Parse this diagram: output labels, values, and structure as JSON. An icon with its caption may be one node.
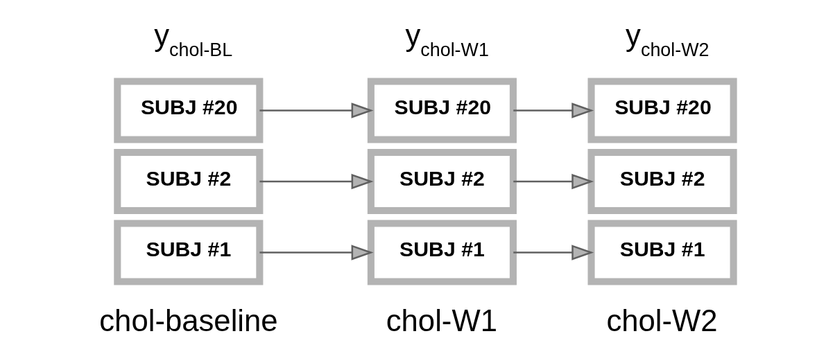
{
  "diagram": {
    "nodes": [
      {
        "text": [
          "SUBJ #1"
        ]
      },
      {
        "text": [
          "SUBJ #1"
        ]
      },
      {
        "text": [
          "SUBJ #1"
        ]
      },
      {
        "text": [
          "SUBJ #2"
        ]
      },
      {
        "text": [
          "SUBJ #2"
        ]
      },
      {
        "text": [
          "SUBJ #2"
        ]
      },
      {
        "text": [
          "SUBJ #20"
        ]
      },
      {
        "text": [
          "SUBJ #20"
        ]
      },
      {
        "text": [
          "SUBJ #20"
        ]
      }
    ],
    "edges": [
      {
        "from": 0,
        "to": 1,
        "arrow": "to"
      },
      {
        "from": 1,
        "to": 2,
        "arrow": "to"
      },
      {
        "from": 3,
        "to": 4,
        "arrow": "to"
      },
      {
        "from": 4,
        "to": 5,
        "arrow": "to"
      },
      {
        "from": 6,
        "to": 7,
        "arrow": "to"
      },
      {
        "from": 7,
        "to": 8,
        "arrow": "to"
      }
    ],
    "labels": [
      "chol-baseline",
      "chol-W1",
      "chol-W2",
      "y$_{chol-BL}$",
      "y$_{chol-W1}$",
      "y$_{chol-W2}$"
    ]
  }
}
